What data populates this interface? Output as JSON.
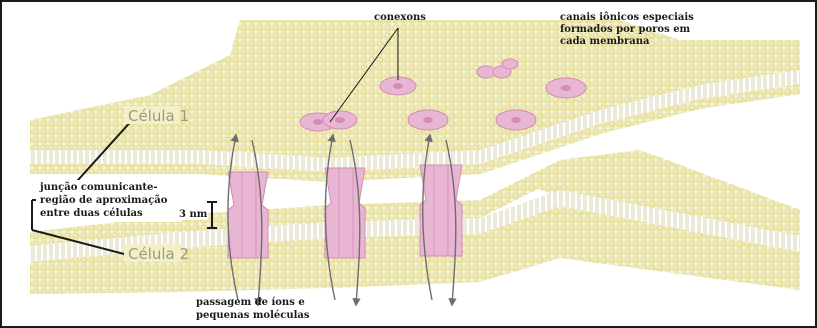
{
  "labels": {
    "celula1": "Célula 1",
    "celula2": "Célula 2",
    "conexons": "conexons",
    "canais": [
      "canais iônicos especiais",
      "formados por poros em",
      "cada membrana"
    ],
    "juncao": [
      "junção comunicante-",
      "região de aproximação",
      "entre duas células"
    ],
    "distance": "3 nm",
    "passagem": [
      "passagem de íons e",
      "pequenas moléculas"
    ]
  },
  "colors": {
    "membrane_fill": "#f3f0c8",
    "bead": "#ece6a6",
    "bead_edge": "#d6cd86",
    "tail": "#c9c39a",
    "connexon": "#e8b5d2",
    "connexon_dark": "#d48cb6",
    "arrow": "#6e6e6e",
    "border": "#1a1a1a"
  }
}
